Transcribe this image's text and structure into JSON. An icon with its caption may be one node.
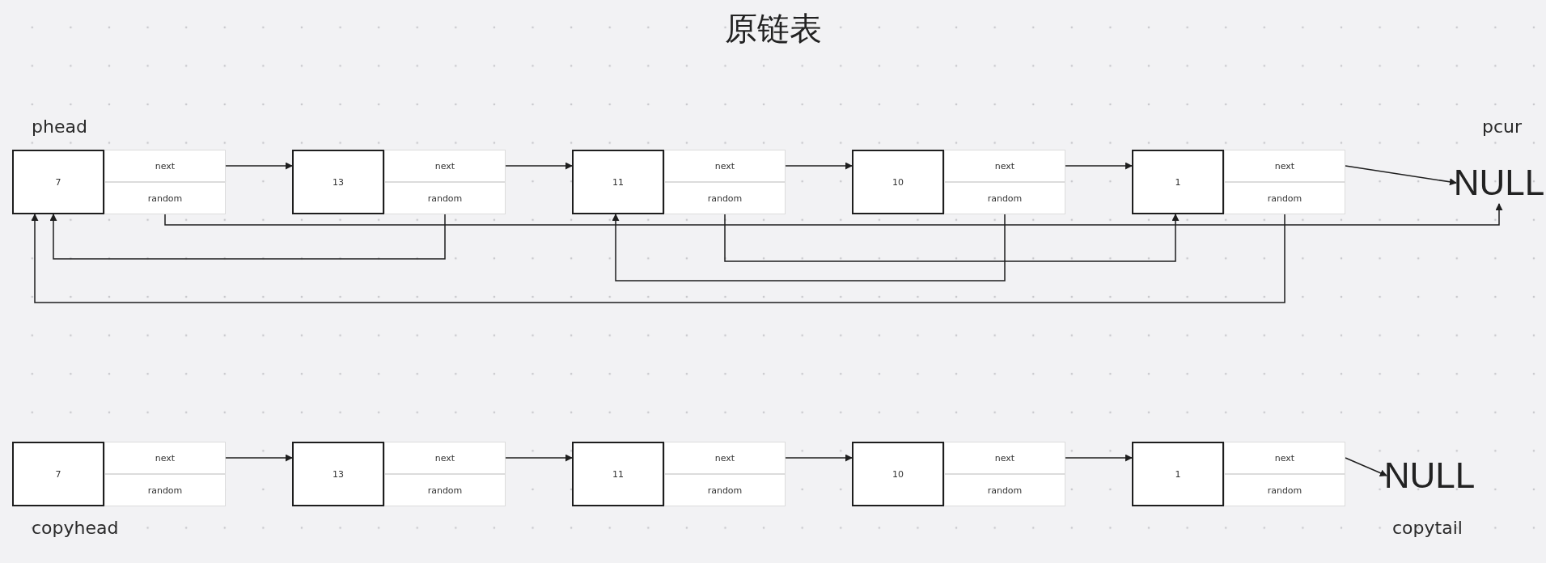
{
  "diagram": {
    "title": "原链表",
    "nodes": [
      {
        "text": [
          "7"
        ]
      },
      {
        "text": [
          "next"
        ]
      },
      {
        "text": [
          "random"
        ]
      },
      {
        "text": [
          "13"
        ]
      },
      {
        "text": [
          "next"
        ]
      },
      {
        "text": [
          "random"
        ]
      },
      {
        "text": [
          "11"
        ]
      },
      {
        "text": [
          "next"
        ]
      },
      {
        "text": [
          "random"
        ]
      },
      {
        "text": [
          "10"
        ]
      },
      {
        "text": [
          "next"
        ]
      },
      {
        "text": [
          "random"
        ]
      },
      {
        "text": [
          "1"
        ]
      },
      {
        "text": [
          "next"
        ]
      },
      {
        "text": [
          "random"
        ]
      },
      {
        "text": [
          "NULL"
        ]
      },
      {
        "text": [
          "7"
        ]
      },
      {
        "text": [
          "next"
        ]
      },
      {
        "text": [
          "random"
        ]
      },
      {
        "text": [
          "13"
        ]
      },
      {
        "text": [
          "next"
        ]
      },
      {
        "text": [
          "random"
        ]
      },
      {
        "text": [
          "11"
        ]
      },
      {
        "text": [
          "next"
        ]
      },
      {
        "text": [
          "random"
        ]
      },
      {
        "text": [
          "10"
        ]
      },
      {
        "text": [
          "next"
        ]
      },
      {
        "text": [
          "random"
        ]
      },
      {
        "text": [
          "1"
        ]
      },
      {
        "text": [
          "next"
        ]
      },
      {
        "text": [
          "random"
        ]
      },
      {
        "text": [
          "NULL"
        ]
      }
    ],
    "edges": [
      {
        "from": 1,
        "to": 3,
        "arrow": "to"
      },
      {
        "from": 4,
        "to": 6,
        "arrow": "to"
      },
      {
        "from": 7,
        "to": 9,
        "arrow": "to"
      },
      {
        "from": 10,
        "to": 12,
        "arrow": "to"
      },
      {
        "from": 13,
        "to": 15,
        "arrow": "to"
      },
      {
        "from": 2,
        "to": 15,
        "arrow": "to"
      },
      {
        "from": 5,
        "to": 0,
        "arrow": "to"
      },
      {
        "from": 8,
        "to": 12,
        "arrow": "to"
      },
      {
        "from": 11,
        "to": 6,
        "arrow": "to"
      },
      {
        "from": 14,
        "to": 0,
        "arrow": "to"
      },
      {
        "from": 17,
        "to": 19,
        "arrow": "to"
      },
      {
        "from": 20,
        "to": 22,
        "arrow": "to"
      },
      {
        "from": 23,
        "to": 25,
        "arrow": "to"
      },
      {
        "from": 26,
        "to": 28,
        "arrow": "to"
      },
      {
        "from": 29,
        "to": 31,
        "arrow": "to"
      }
    ],
    "labels": [
      "phead",
      "pcur",
      "copyhead",
      "copytail"
    ]
  }
}
